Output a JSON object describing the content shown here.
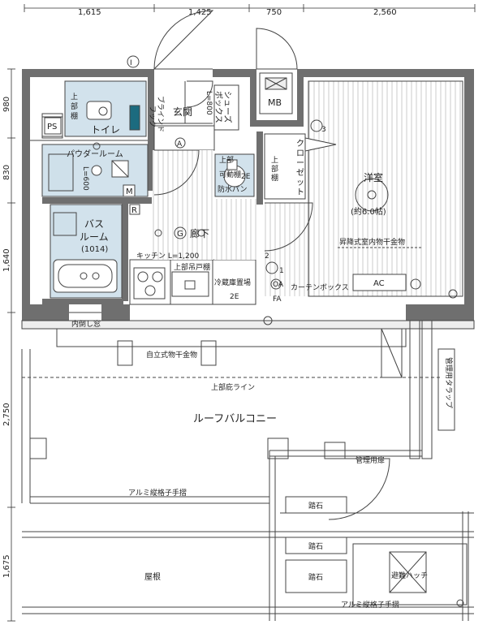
{
  "dimensions": {
    "top": [
      "1,615",
      "1,425",
      "750",
      "2,560"
    ],
    "left": [
      "980",
      "830",
      "1,640",
      "2,750",
      "1,675"
    ]
  },
  "symbols": {
    "circle_one": "Ⅰ",
    "a": "A",
    "g": "G",
    "r": "R",
    "m": "M",
    "e3": "3",
    "e2": "2",
    "e1": "1",
    "oa": "OA",
    "fa": "FA",
    "twoE": "2E"
  },
  "rooms": {
    "entrance": "玄関",
    "blind_hook": [
      "ブラインド",
      "フック"
    ],
    "shoe_box": [
      "シューズ",
      "ボックス"
    ],
    "shoe_box_dim": "L=800",
    "toilet_shelf": [
      "上",
      "部",
      "棚"
    ],
    "toilet": "トイレ",
    "ps": "PS",
    "mb": "MB",
    "closet": [
      "ク",
      "ロ",
      "ー",
      "ゼ",
      "ッ",
      "ト"
    ],
    "closet_shelf": [
      "上",
      "部",
      "棚"
    ],
    "western_room": "洋室",
    "western_size": "(約6.0帖)",
    "powder_room": "パウダールーム",
    "powder_dim": "L=600",
    "waterproof_pan": [
      "上部",
      "可動棚",
      "防水パン"
    ],
    "bath_room": [
      "バス",
      "ルーム"
    ],
    "bath_size": "(1014)",
    "corridor": "廊下",
    "kitchen": "キッチン L=1,200",
    "upper_cabinet": "上部吊戸棚",
    "fridge": "冷蔵庫置場",
    "curtain_box": "カーテンボックス",
    "ac": "AC",
    "lift_rack": "昇降式室内物干金物",
    "inner_window": "内倒し窓",
    "stand_rack": "自立式物干金物",
    "eave_line": "上部庇ライン",
    "roof_balcony": "ルーフバルコニー",
    "management_door": "管理用扉",
    "trap": "管理用タラップ",
    "railing": "アルミ縦格子手摺",
    "stepping_stone": "踏石",
    "roof": "屋根",
    "hatch": "避難ハッチ"
  },
  "colors": {
    "wall": "#6f6f6f",
    "wet_area": "#d2e2ec",
    "line": "#444444",
    "pale_wall": "#e6e6e6"
  }
}
